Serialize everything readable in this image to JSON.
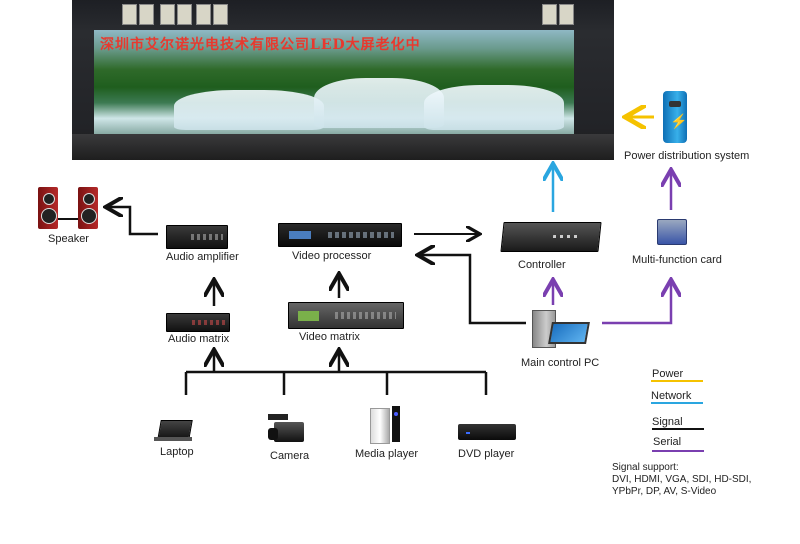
{
  "led_screen": {
    "banner_text": "深圳市艾尔诺光电技术有限公司LED大屏老化中"
  },
  "devices": {
    "speaker": "Speaker",
    "audio_amplifier": "Audio amplifier",
    "audio_matrix": "Audio matrix",
    "video_processor": "Video processor",
    "video_matrix": "Video matrix",
    "controller": "Controller",
    "main_control_pc": "Main control PC",
    "multi_function_card": "Multi-function card",
    "power_distribution": "Power distribution system",
    "laptop": "Laptop",
    "camera": "Camera",
    "media_player": "Media player",
    "dvd_player": "DVD player"
  },
  "legend": {
    "items": [
      {
        "label": "Power",
        "color": "#f5c200"
      },
      {
        "label": "Network",
        "color": "#2aa6e0"
      },
      {
        "label": "Signal",
        "color": "#111111"
      },
      {
        "label": "Serial",
        "color": "#7a3fb0"
      }
    ]
  },
  "signal_support": {
    "title": "Signal support:",
    "line1": "DVI, HDMI, VGA, SDI, HD-SDI,",
    "line2": "YPbPr, DP, AV, S-Video"
  },
  "colors": {
    "power": "#f5c200",
    "network": "#2aa6e0",
    "signal": "#111111",
    "serial": "#7a3fb0"
  }
}
